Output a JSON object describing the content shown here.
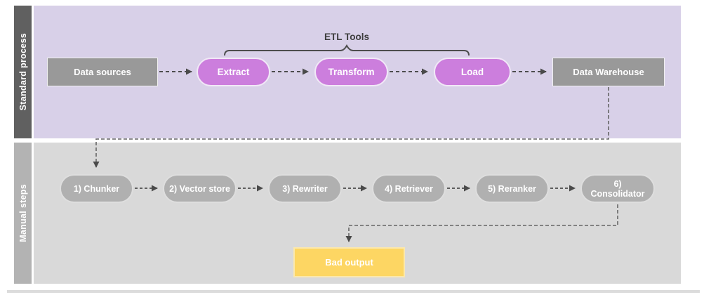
{
  "diagram": {
    "lanes": {
      "standard": {
        "label": "Standard process"
      },
      "manual": {
        "label": "Manual steps"
      }
    },
    "standard": {
      "etl_tools_label": "ETL Tools",
      "data_sources": "Data sources",
      "extract": "Extract",
      "transform": "Transform",
      "load": "Load",
      "data_warehouse": "Data Warehouse"
    },
    "manual": {
      "steps": [
        "1) Chunker",
        "2) Vector store",
        "3) Rewriter",
        "4) Retriever",
        "5) Reranker",
        "6) Consolidator"
      ],
      "bad_output": "Bad output"
    },
    "colors": {
      "standard_lane_bg": "#d8d0e8",
      "standard_sidebar_bg": "#606060",
      "manual_lane_bg": "#d9d9d9",
      "manual_sidebar_bg": "#b3b3b3",
      "etl_node_fill": "#cc7edd",
      "gray_box_fill": "#999999",
      "gray_pill_fill": "#b0b0b0",
      "bad_output_fill": "#fdd663",
      "connector_stroke": "#4d4d4d",
      "text_on_nodes": "#ffffff"
    }
  }
}
